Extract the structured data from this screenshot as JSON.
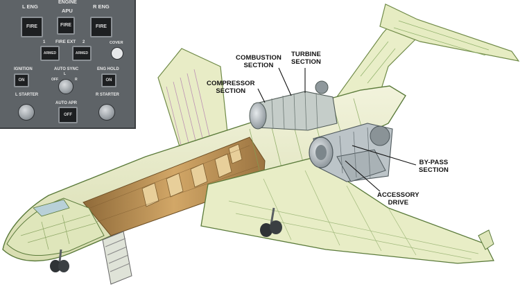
{
  "engine_panel": {
    "header": "ENGINE",
    "l_eng": "L ENG",
    "apu": "APU",
    "r_eng": "R ENG",
    "l_fire": "FIRE",
    "apu_button": "FIRE",
    "r_fire": "FIRE",
    "fire_ext": "FIRE EXT",
    "ext_num_1": "1",
    "ext_num_2": "2",
    "ext_armed_1": "ARMED",
    "ext_armed_2": "ARMED",
    "cover": "COVER",
    "ignition": "IGNITION",
    "ignition_button": "ON",
    "autosync": "AUTO SYNC",
    "autosync_off": "OFF",
    "autosync_l": "L",
    "autosync_r": "R",
    "eng_hold": "ENG HOLD",
    "eng_hold_button": "ON",
    "l_starter": "L STARTER",
    "r_starter": "R STARTER",
    "autoapr": "AUTO APR",
    "autoapr_button": "OFF"
  },
  "callouts": {
    "combustion": [
      "COMBUSTION",
      "SECTION"
    ],
    "turbine": [
      "TURBINE",
      "SECTION"
    ],
    "compressor": [
      "COMPRESSOR",
      "SECTION"
    ],
    "bypass": [
      "BY-PASS",
      "SECTION"
    ],
    "accessory": [
      "ACCESSORY",
      "DRIVE"
    ]
  },
  "colors": {
    "panel_bg": "#5e6367",
    "airframe_fill": "#e9ecc9",
    "structure_green": "#7ea254",
    "cabin_tan": "#c99a5c",
    "engine_grey": "#9ea6ab",
    "callout_text": "#111111"
  }
}
